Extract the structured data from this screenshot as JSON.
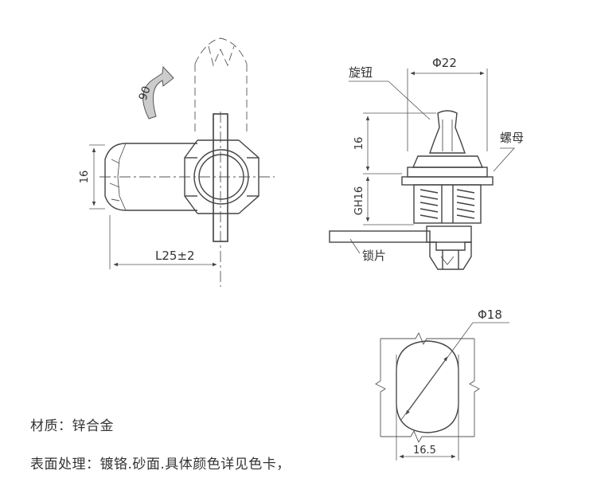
{
  "labels": {
    "rotation_angle": "90",
    "side_height": "16",
    "side_length": "L25±2",
    "knob_label": "旋钮",
    "knob_diameter": "Φ22",
    "knob_height": "16",
    "nut_label": "螺母",
    "thread_label": "GH16",
    "latch_label": "锁片",
    "cutout_diameter": "Φ18",
    "cutout_width": "16.5"
  },
  "notes": {
    "material_label": "材质：",
    "material_value": "锌合金",
    "surface_label": "表面处理：",
    "surface_value": "镀铬.砂面.具体颜色详见色卡，"
  }
}
